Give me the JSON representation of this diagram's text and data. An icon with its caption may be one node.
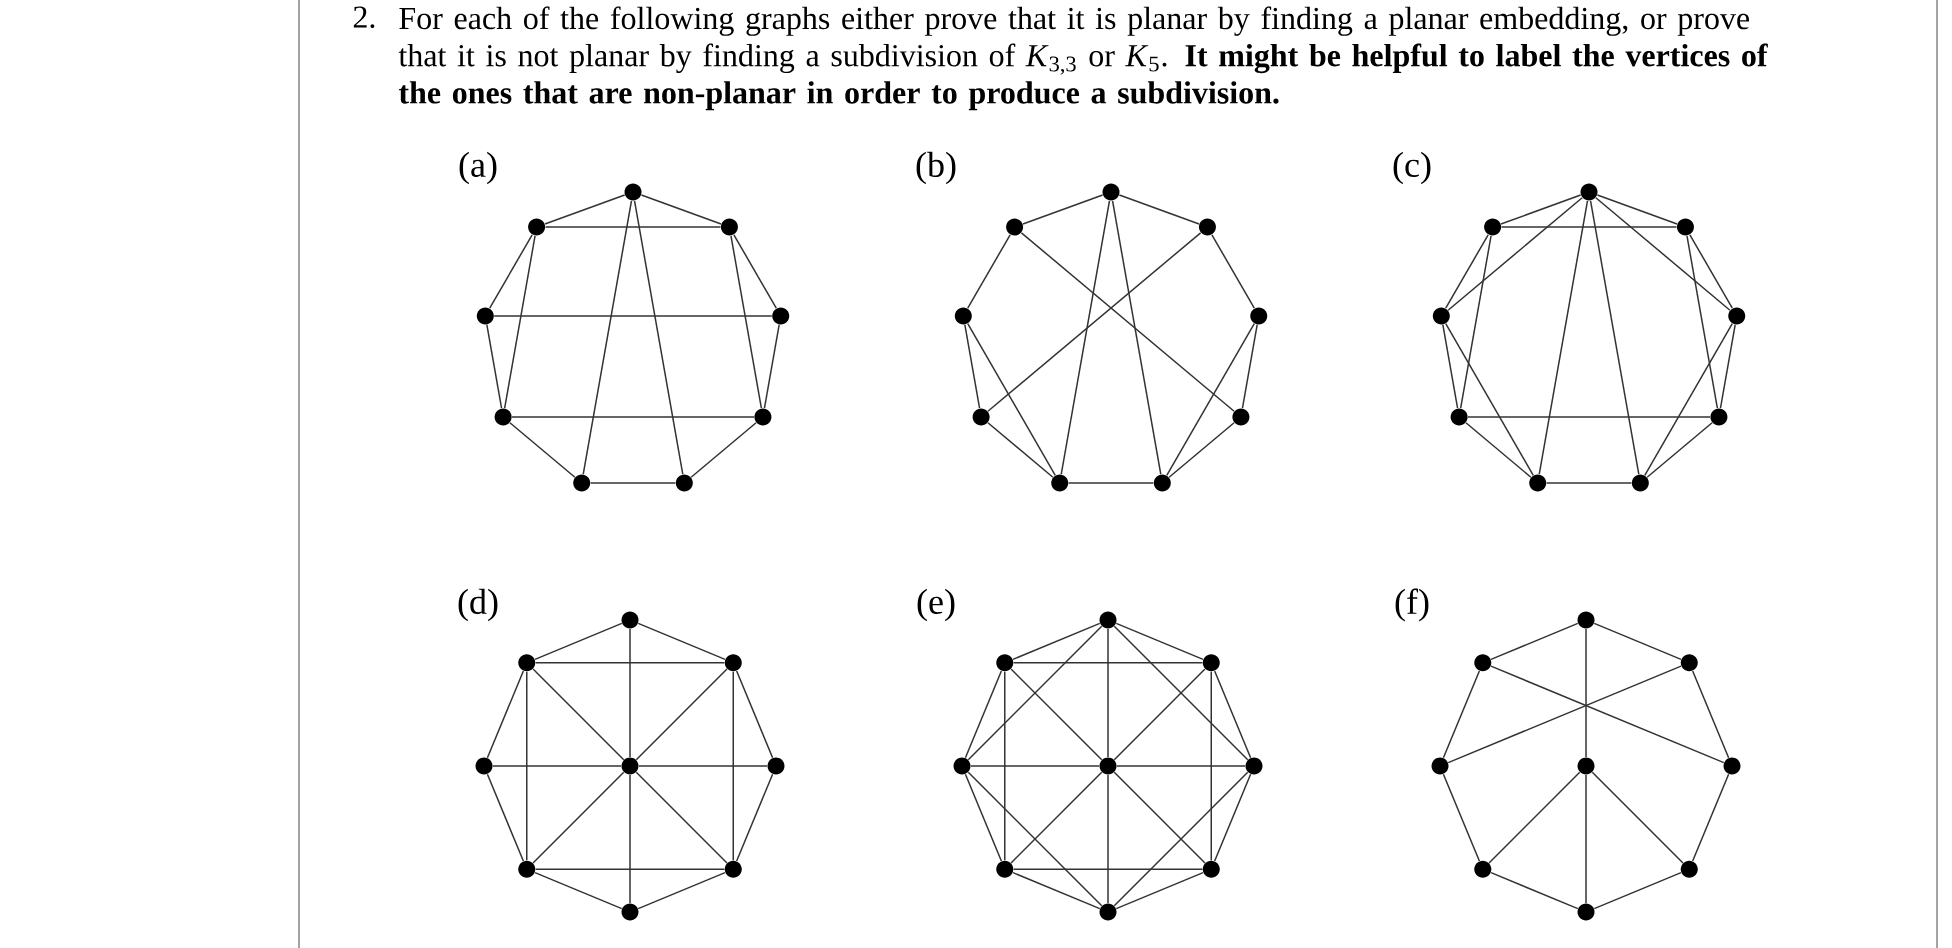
{
  "diagram": {
    "nodes": [
      {
        "text": [],
        "shape": "circle"
      },
      {
        "text": [],
        "shape": "circle"
      },
      {
        "text": [],
        "shape": "circle"
      },
      {
        "text": [],
        "shape": "circle"
      },
      {
        "text": [],
        "shape": "circle"
      },
      {
        "text": [],
        "shape": "circle"
      },
      {
        "text": [],
        "shape": "circle"
      },
      {
        "text": [],
        "shape": "circle"
      },
      {
        "text": [],
        "shape": "circle"
      },
      {
        "text": [],
        "shape": "circle"
      },
      {
        "text": [],
        "shape": "circle"
      },
      {
        "text": [],
        "shape": "circle"
      },
      {
        "text": [],
        "shape": "circle"
      },
      {
        "text": [],
        "shape": "circle"
      },
      {
        "text": [],
        "shape": "circle"
      },
      {
        "text": [],
        "shape": "circle"
      },
      {
        "text": [],
        "shape": "circle"
      },
      {
        "text": [],
        "shape": "circle"
      },
      {
        "text": [],
        "shape": "circle"
      },
      {
        "text": [],
        "shape": "circle"
      },
      {
        "text": [],
        "shape": "circle"
      },
      {
        "text": [],
        "shape": "circle"
      },
      {
        "text": [],
        "shape": "circle"
      },
      {
        "text": [],
        "shape": "circle"
      },
      {
        "text": [],
        "shape": "circle"
      },
      {
        "text": [],
        "shape": "circle"
      },
      {
        "text": [],
        "shape": "circle"
      },
      {
        "text": [],
        "shape": "circle"
      },
      {
        "text": [],
        "shape": "circle"
      },
      {
        "text": [],
        "shape": "circle"
      },
      {
        "text": [],
        "shape": "circle"
      },
      {
        "text": [],
        "shape": "circle"
      },
      {
        "text": [],
        "shape": "circle"
      },
      {
        "text": [],
        "shape": "circle"
      },
      {
        "text": [],
        "shape": "circle"
      },
      {
        "text": [],
        "shape": "circle"
      },
      {
        "text": [],
        "shape": "circle"
      },
      {
        "text": [],
        "shape": "circle"
      },
      {
        "text": [],
        "shape": "circle"
      },
      {
        "text": [],
        "shape": "circle"
      },
      {
        "text": [],
        "shape": "circle"
      },
      {
        "text": [],
        "shape": "circle"
      },
      {
        "text": [],
        "shape": "circle"
      },
      {
        "text": [],
        "shape": "circle"
      },
      {
        "text": [],
        "shape": "circle"
      },
      {
        "text": [],
        "shape": "circle"
      },
      {
        "text": [],
        "shape": "circle"
      },
      {
        "text": [],
        "shape": "circle"
      },
      {
        "text": [],
        "shape": "circle"
      },
      {
        "text": [],
        "shape": "circle"
      },
      {
        "text": [],
        "shape": "circle"
      },
      {
        "text": [],
        "shape": "circle"
      },
      {
        "text": [],
        "shape": "circle"
      },
      {
        "text": [],
        "shape": "circle"
      }
    ],
    "edges": [
      {
        "from": 0,
        "to": 1,
        "arrow": "none"
      },
      {
        "from": 1,
        "to": 2,
        "arrow": "none"
      },
      {
        "from": 2,
        "to": 3,
        "arrow": "none"
      },
      {
        "from": 3,
        "to": 4,
        "arrow": "none"
      },
      {
        "from": 4,
        "to": 5,
        "arrow": "none"
      },
      {
        "from": 5,
        "to": 6,
        "arrow": "none"
      },
      {
        "from": 6,
        "to": 7,
        "arrow": "none"
      },
      {
        "from": 7,
        "to": 8,
        "arrow": "none"
      },
      {
        "from": 8,
        "to": 0,
        "arrow": "none"
      },
      {
        "from": 8,
        "to": 1,
        "arrow": "none"
      },
      {
        "from": 7,
        "to": 2,
        "arrow": "none"
      },
      {
        "from": 6,
        "to": 3,
        "arrow": "none"
      },
      {
        "from": 0,
        "to": 5,
        "arrow": "none"
      },
      {
        "from": 0,
        "to": 4,
        "arrow": "none"
      },
      {
        "from": 8,
        "to": 6,
        "arrow": "none"
      },
      {
        "from": 1,
        "to": 3,
        "arrow": "none"
      },
      {
        "from": 9,
        "to": 10,
        "arrow": "none"
      },
      {
        "from": 10,
        "to": 11,
        "arrow": "none"
      },
      {
        "from": 11,
        "to": 12,
        "arrow": "none"
      },
      {
        "from": 12,
        "to": 13,
        "arrow": "none"
      },
      {
        "from": 13,
        "to": 14,
        "arrow": "none"
      },
      {
        "from": 14,
        "to": 15,
        "arrow": "none"
      },
      {
        "from": 15,
        "to": 16,
        "arrow": "none"
      },
      {
        "from": 16,
        "to": 17,
        "arrow": "none"
      },
      {
        "from": 17,
        "to": 9,
        "arrow": "none"
      },
      {
        "from": 17,
        "to": 12,
        "arrow": "none"
      },
      {
        "from": 10,
        "to": 15,
        "arrow": "none"
      },
      {
        "from": 9,
        "to": 14,
        "arrow": "none"
      },
      {
        "from": 9,
        "to": 13,
        "arrow": "none"
      },
      {
        "from": 16,
        "to": 14,
        "arrow": "none"
      },
      {
        "from": 11,
        "to": 13,
        "arrow": "none"
      },
      {
        "from": 18,
        "to": 19,
        "arrow": "none"
      },
      {
        "from": 19,
        "to": 20,
        "arrow": "none"
      },
      {
        "from": 20,
        "to": 21,
        "arrow": "none"
      },
      {
        "from": 21,
        "to": 22,
        "arrow": "none"
      },
      {
        "from": 22,
        "to": 23,
        "arrow": "none"
      },
      {
        "from": 23,
        "to": 24,
        "arrow": "none"
      },
      {
        "from": 24,
        "to": 25,
        "arrow": "none"
      },
      {
        "from": 25,
        "to": 26,
        "arrow": "none"
      },
      {
        "from": 26,
        "to": 18,
        "arrow": "none"
      },
      {
        "from": 26,
        "to": 19,
        "arrow": "none"
      },
      {
        "from": 18,
        "to": 25,
        "arrow": "none"
      },
      {
        "from": 18,
        "to": 20,
        "arrow": "none"
      },
      {
        "from": 18,
        "to": 23,
        "arrow": "none"
      },
      {
        "from": 18,
        "to": 22,
        "arrow": "none"
      },
      {
        "from": 26,
        "to": 24,
        "arrow": "none"
      },
      {
        "from": 19,
        "to": 21,
        "arrow": "none"
      },
      {
        "from": 25,
        "to": 23,
        "arrow": "none"
      },
      {
        "from": 20,
        "to": 22,
        "arrow": "none"
      },
      {
        "from": 24,
        "to": 21,
        "arrow": "none"
      },
      {
        "from": 27,
        "to": 28,
        "arrow": "none"
      },
      {
        "from": 28,
        "to": 29,
        "arrow": "none"
      },
      {
        "from": 29,
        "to": 30,
        "arrow": "none"
      },
      {
        "from": 30,
        "to": 31,
        "arrow": "none"
      },
      {
        "from": 31,
        "to": 32,
        "arrow": "none"
      },
      {
        "from": 32,
        "to": 33,
        "arrow": "none"
      },
      {
        "from": 33,
        "to": 34,
        "arrow": "none"
      },
      {
        "from": 34,
        "to": 27,
        "arrow": "none"
      },
      {
        "from": 34,
        "to": 28,
        "arrow": "none"
      },
      {
        "from": 32,
        "to": 30,
        "arrow": "none"
      },
      {
        "from": 34,
        "to": 32,
        "arrow": "none"
      },
      {
        "from": 28,
        "to": 30,
        "arrow": "none"
      },
      {
        "from": 35,
        "to": 27,
        "arrow": "none"
      },
      {
        "from": 35,
        "to": 28,
        "arrow": "none"
      },
      {
        "from": 35,
        "to": 29,
        "arrow": "none"
      },
      {
        "from": 35,
        "to": 30,
        "arrow": "none"
      },
      {
        "from": 35,
        "to": 31,
        "arrow": "none"
      },
      {
        "from": 35,
        "to": 32,
        "arrow": "none"
      },
      {
        "from": 35,
        "to": 33,
        "arrow": "none"
      },
      {
        "from": 35,
        "to": 34,
        "arrow": "none"
      },
      {
        "from": 36,
        "to": 37,
        "arrow": "none"
      },
      {
        "from": 37,
        "to": 38,
        "arrow": "none"
      },
      {
        "from": 38,
        "to": 39,
        "arrow": "none"
      },
      {
        "from": 39,
        "to": 40,
        "arrow": "none"
      },
      {
        "from": 40,
        "to": 41,
        "arrow": "none"
      },
      {
        "from": 41,
        "to": 42,
        "arrow": "none"
      },
      {
        "from": 42,
        "to": 43,
        "arrow": "none"
      },
      {
        "from": 43,
        "to": 36,
        "arrow": "none"
      },
      {
        "from": 43,
        "to": 37,
        "arrow": "none"
      },
      {
        "from": 41,
        "to": 39,
        "arrow": "none"
      },
      {
        "from": 43,
        "to": 41,
        "arrow": "none"
      },
      {
        "from": 37,
        "to": 39,
        "arrow": "none"
      },
      {
        "from": 44,
        "to": 36,
        "arrow": "none"
      },
      {
        "from": 44,
        "to": 37,
        "arrow": "none"
      },
      {
        "from": 44,
        "to": 38,
        "arrow": "none"
      },
      {
        "from": 44,
        "to": 39,
        "arrow": "none"
      },
      {
        "from": 44,
        "to": 40,
        "arrow": "none"
      },
      {
        "from": 44,
        "to": 41,
        "arrow": "none"
      },
      {
        "from": 44,
        "to": 42,
        "arrow": "none"
      },
      {
        "from": 44,
        "to": 43,
        "arrow": "none"
      },
      {
        "from": 36,
        "to": 42,
        "arrow": "none"
      },
      {
        "from": 36,
        "to": 38,
        "arrow": "none"
      },
      {
        "from": 40,
        "to": 42,
        "arrow": "none"
      },
      {
        "from": 40,
        "to": 38,
        "arrow": "none"
      },
      {
        "from": 45,
        "to": 46,
        "arrow": "none"
      },
      {
        "from": 46,
        "to": 47,
        "arrow": "none"
      },
      {
        "from": 47,
        "to": 48,
        "arrow": "none"
      },
      {
        "from": 48,
        "to": 49,
        "arrow": "none"
      },
      {
        "from": 49,
        "to": 50,
        "arrow": "none"
      },
      {
        "from": 50,
        "to": 51,
        "arrow": "none"
      },
      {
        "from": 51,
        "to": 52,
        "arrow": "none"
      },
      {
        "from": 52,
        "to": 45,
        "arrow": "none"
      },
      {
        "from": 52,
        "to": 47,
        "arrow": "none"
      },
      {
        "from": 46,
        "to": 51,
        "arrow": "none"
      },
      {
        "from": 45,
        "to": 53,
        "arrow": "none"
      },
      {
        "from": 53,
        "to": 49,
        "arrow": "none"
      },
      {
        "from": 53,
        "to": 50,
        "arrow": "none"
      },
      {
        "from": 53,
        "to": 48,
        "arrow": "none"
      }
    ],
    "labels": [
      "2.",
      "For each of the following graphs either prove that it is planar by finding a planar embedding, or prove that it is not planar by finding a subdivision of *K*$_{3,3}$ or *K*$_{5}$. **It might be helpful to label the vertices of the ones that are non-planar in order to produce a subdivision.**",
      "(a)",
      "(b)",
      "(c)",
      "(d)",
      "(e)",
      "(f)"
    ]
  }
}
